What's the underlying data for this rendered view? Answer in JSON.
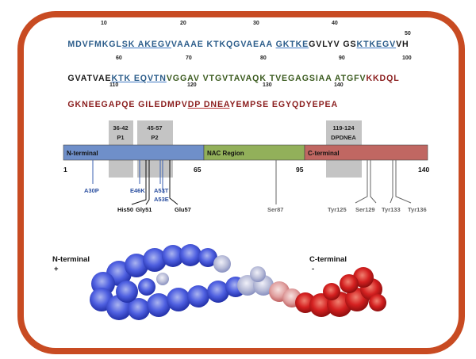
{
  "sequence": {
    "line1": {
      "positions": [
        "10",
        "20",
        "30",
        "40",
        "50"
      ],
      "seg_a": "MDVFMKGL",
      "seg_b": "SK AKEGV",
      "seg_c": "VAAAE KTKQGVAEAA ",
      "seg_d": "GKTKE",
      "seg_e": "GVLYV GS",
      "seg_f": "KTKEGV",
      "seg_g": "VH"
    },
    "line2": {
      "positions": [
        "60",
        "70",
        "80",
        "90",
        "100"
      ],
      "seg_a": "GVATVAE",
      "seg_b": "KTK EQVTN",
      "seg_c": "VGGAV VTGVTAVAQK TVEGAGSIAA ATGFV",
      "seg_d": "KKDQL"
    },
    "line3": {
      "positions": [
        "110",
        "120",
        "130",
        "140"
      ],
      "seg_a": "GKNEEGAPQE GILEDMPV",
      "seg_b": "DP DNEA",
      "seg_c": "YEMPSE EGYQDYEPEA"
    }
  },
  "domain_map": {
    "regions": [
      {
        "label": "N-terminal",
        "start": 1,
        "end": 65,
        "color": "#6f8fc9"
      },
      {
        "label": "NAC Region",
        "start": 65,
        "end": 95,
        "color": "#92b05a"
      },
      {
        "label": "C-terminal",
        "start": 95,
        "end": 140,
        "color": "#c06762"
      }
    ],
    "boxes": [
      {
        "range": "36-42",
        "name": "P1",
        "start": 36,
        "end": 42
      },
      {
        "range": "45-57",
        "name": "P2",
        "start": 45,
        "end": 57
      },
      {
        "range": "119-124",
        "name": "DPDNEA",
        "start": 119,
        "end": 124
      }
    ],
    "scale": {
      "start": "1",
      "mid1": "65",
      "mid2": "95",
      "end": "140"
    },
    "mutations": [
      {
        "label": "A30P",
        "pos": 30
      },
      {
        "label": "E46K",
        "pos": 46
      },
      {
        "label": "A53T",
        "pos": 53
      },
      {
        "label": "A53E",
        "pos": 53
      }
    ],
    "sites_black": [
      {
        "label": "His50",
        "pos": 50
      },
      {
        "label": "Gly51",
        "pos": 51
      },
      {
        "label": "Glu57",
        "pos": 57
      }
    ],
    "sites_gray": [
      {
        "label": "Ser87",
        "pos": 87
      },
      {
        "label": "Tyr125",
        "pos": 125
      },
      {
        "label": "Ser129",
        "pos": 129
      },
      {
        "label": "Tyr133",
        "pos": 133
      },
      {
        "label": "Tyr136",
        "pos": 136
      }
    ]
  },
  "surface": {
    "n_label": "N-terminal",
    "n_sign": "+",
    "c_label": "C-terminal",
    "c_sign": "-"
  },
  "colors": {
    "frame": "#c84b22",
    "positive": "#2b3fd0",
    "negative": "#c91414"
  }
}
